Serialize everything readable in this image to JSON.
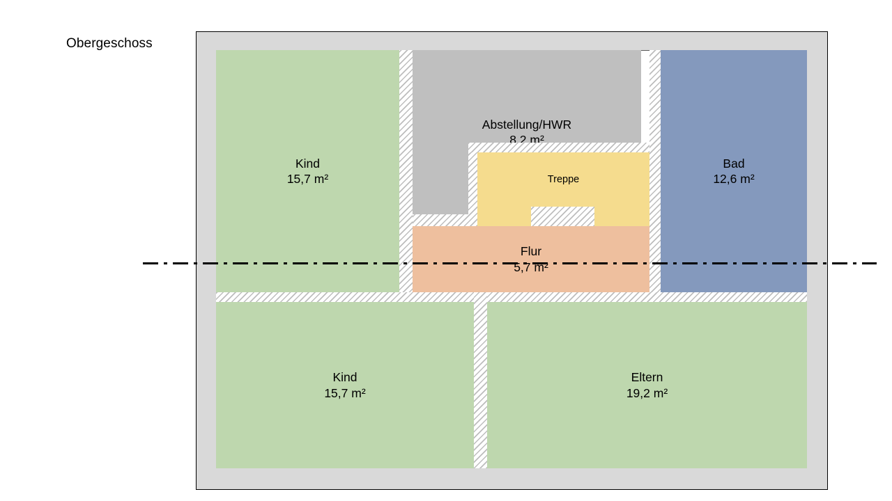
{
  "title": "Obergeschoss",
  "colors": {
    "bedroom": "#bed7ae",
    "storage": "#bfbfbf",
    "bathroom": "#8499bd",
    "stairs": "#f5dc8e",
    "hallway": "#eebf9e",
    "outer_wall": "#d9d9d9",
    "hatch_line": "#bdbdbd",
    "outline": "#000000"
  },
  "rooms": [
    {
      "id": "kind-top",
      "name": "Kind",
      "area": "15,7 m²"
    },
    {
      "id": "abstellung",
      "name": "Abstellung/HWR",
      "area": "8,2 m²"
    },
    {
      "id": "bad",
      "name": "Bad",
      "area": "12,6 m²"
    },
    {
      "id": "treppe",
      "name": "Treppe",
      "area": ""
    },
    {
      "id": "flur",
      "name": "Flur",
      "area": "5,7 m²"
    },
    {
      "id": "kind-bottom",
      "name": "Kind",
      "area": "15,7 m²"
    },
    {
      "id": "eltern",
      "name": "Eltern",
      "area": "19,2 m²"
    }
  ],
  "annotations": {
    "section_line": "section-cut-line"
  }
}
